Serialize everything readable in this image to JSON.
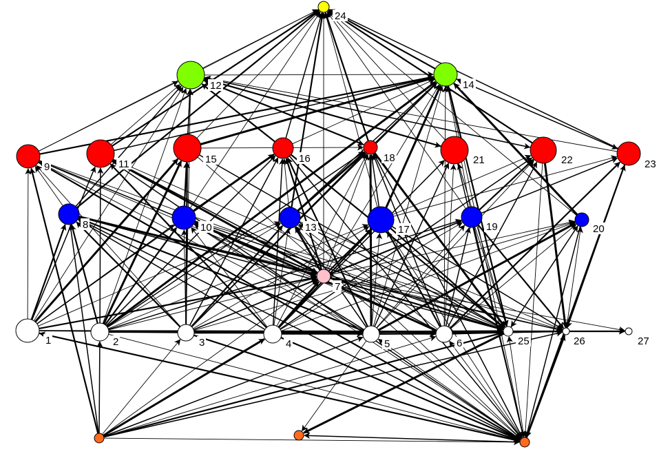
{
  "colors": {
    "white": "#ffffff",
    "yellow": "#ffff00",
    "green": "#80ff00",
    "red": "#ff0000",
    "blue": "#0000ff",
    "pink": "#ffc0cb",
    "orange": "#ff6a20",
    "edge": "#000000"
  },
  "nodes": [
    {
      "id": "1",
      "label": "1",
      "color": "white"
    },
    {
      "id": "2",
      "label": "2",
      "color": "white"
    },
    {
      "id": "3",
      "label": "3",
      "color": "white"
    },
    {
      "id": "4",
      "label": "4",
      "color": "white"
    },
    {
      "id": "5",
      "label": "5",
      "color": "white"
    },
    {
      "id": "6",
      "label": "6",
      "color": "white"
    },
    {
      "id": "7",
      "label": "7",
      "color": "pink"
    },
    {
      "id": "8",
      "label": "8",
      "color": "blue"
    },
    {
      "id": "9",
      "label": "9",
      "color": "red"
    },
    {
      "id": "10",
      "label": "10",
      "color": "blue"
    },
    {
      "id": "11",
      "label": "11",
      "color": "red"
    },
    {
      "id": "12",
      "label": "12",
      "color": "green"
    },
    {
      "id": "13",
      "label": "13",
      "color": "blue"
    },
    {
      "id": "14",
      "label": "14",
      "color": "green"
    },
    {
      "id": "15",
      "label": "15",
      "color": "red"
    },
    {
      "id": "16",
      "label": "16",
      "color": "red"
    },
    {
      "id": "17",
      "label": "17",
      "color": "blue"
    },
    {
      "id": "18",
      "label": "18",
      "color": "red"
    },
    {
      "id": "19",
      "label": "19",
      "color": "blue"
    },
    {
      "id": "20",
      "label": "20",
      "color": "blue"
    },
    {
      "id": "21",
      "label": "21",
      "color": "red"
    },
    {
      "id": "22",
      "label": "22",
      "color": "red"
    },
    {
      "id": "23",
      "label": "23",
      "color": "red"
    },
    {
      "id": "24",
      "label": "24",
      "color": "yellow"
    },
    {
      "id": "25",
      "label": "25",
      "color": "white"
    },
    {
      "id": "26",
      "label": "26",
      "color": "white"
    },
    {
      "id": "27",
      "label": "27",
      "color": "white"
    },
    {
      "id": "o1",
      "label": "",
      "color": "orange"
    },
    {
      "id": "o2",
      "label": "",
      "color": "orange"
    },
    {
      "id": "o3",
      "label": "",
      "color": "orange"
    }
  ],
  "edges": [
    [
      "1",
      "9"
    ],
    [
      "1",
      "8"
    ],
    [
      "1",
      "11"
    ],
    [
      "1",
      "12"
    ],
    [
      "1",
      "15"
    ],
    [
      "1",
      "10"
    ],
    [
      "1",
      "16"
    ],
    [
      "1",
      "13"
    ],
    [
      "1",
      "7"
    ],
    [
      "1",
      "25"
    ],
    [
      "o3",
      "1"
    ],
    [
      "2",
      "8"
    ],
    [
      "2",
      "11"
    ],
    [
      "2",
      "12"
    ],
    [
      "2",
      "15"
    ],
    [
      "2",
      "16"
    ],
    [
      "2",
      "13"
    ],
    [
      "2",
      "17"
    ],
    [
      "2",
      "10"
    ],
    [
      "2",
      "18"
    ],
    [
      "2",
      "7"
    ],
    [
      "2",
      "25"
    ],
    [
      "2",
      "5"
    ],
    [
      "2",
      "o3"
    ],
    [
      "2",
      "14"
    ],
    [
      "2",
      "19"
    ],
    [
      "3",
      "10"
    ],
    [
      "3",
      "12"
    ],
    [
      "3",
      "15"
    ],
    [
      "3",
      "16"
    ],
    [
      "3",
      "17"
    ],
    [
      "3",
      "13"
    ],
    [
      "3",
      "18"
    ],
    [
      "3",
      "7"
    ],
    [
      "3",
      "25"
    ],
    [
      "3",
      "19"
    ],
    [
      "3",
      "20"
    ],
    [
      "3",
      "9"
    ],
    [
      "3",
      "8"
    ],
    [
      "3",
      "14"
    ],
    [
      "4",
      "13"
    ],
    [
      "4",
      "17"
    ],
    [
      "4",
      "16"
    ],
    [
      "4",
      "18"
    ],
    [
      "4",
      "7"
    ],
    [
      "4",
      "21"
    ],
    [
      "4",
      "19"
    ],
    [
      "4",
      "20"
    ],
    [
      "4",
      "11"
    ],
    [
      "4",
      "8"
    ],
    [
      "4",
      "10"
    ],
    [
      "4",
      "o3"
    ],
    [
      "4",
      "22"
    ],
    [
      "5",
      "17"
    ],
    [
      "5",
      "18"
    ],
    [
      "5",
      "21"
    ],
    [
      "5",
      "19"
    ],
    [
      "5",
      "14"
    ],
    [
      "5",
      "16"
    ],
    [
      "5",
      "13"
    ],
    [
      "5",
      "9"
    ],
    [
      "5",
      "8"
    ],
    [
      "5",
      "10"
    ],
    [
      "5",
      "22"
    ],
    [
      "5",
      "20"
    ],
    [
      "6",
      "19"
    ],
    [
      "6",
      "21"
    ],
    [
      "6",
      "14"
    ],
    [
      "6",
      "17"
    ],
    [
      "6",
      "22"
    ],
    [
      "6",
      "20"
    ],
    [
      "6",
      "23"
    ],
    [
      "6",
      "18"
    ],
    [
      "6",
      "13"
    ],
    [
      "6",
      "10"
    ],
    [
      "6",
      "11"
    ],
    [
      "6",
      "9"
    ],
    [
      "7",
      "24"
    ],
    [
      "7",
      "17"
    ],
    [
      "7",
      "19"
    ],
    [
      "7",
      "20"
    ],
    [
      "7",
      "25"
    ],
    [
      "7",
      "26"
    ],
    [
      "7",
      "27"
    ],
    [
      "7",
      "13"
    ],
    [
      "7",
      "10"
    ],
    [
      "7",
      "14"
    ],
    [
      "7",
      "18"
    ],
    [
      "7",
      "16"
    ],
    [
      "8",
      "12"
    ],
    [
      "8",
      "9"
    ],
    [
      "8",
      "24"
    ],
    [
      "8",
      "25"
    ],
    [
      "8",
      "26"
    ],
    [
      "8",
      "7"
    ],
    [
      "8",
      "o3"
    ],
    [
      "9",
      "12"
    ],
    [
      "9",
      "24"
    ],
    [
      "9",
      "14"
    ],
    [
      "9",
      "7"
    ],
    [
      "9",
      "25"
    ],
    [
      "9",
      "o3"
    ],
    [
      "10",
      "12"
    ],
    [
      "10",
      "24"
    ],
    [
      "10",
      "16"
    ],
    [
      "10",
      "25"
    ],
    [
      "10",
      "26"
    ],
    [
      "10",
      "o3"
    ],
    [
      "10",
      "15"
    ],
    [
      "10",
      "7"
    ],
    [
      "11",
      "12"
    ],
    [
      "11",
      "24"
    ],
    [
      "11",
      "14"
    ],
    [
      "11",
      "25"
    ],
    [
      "11",
      "7"
    ],
    [
      "11",
      "o3"
    ],
    [
      "12",
      "24"
    ],
    [
      "12",
      "14"
    ],
    [
      "12",
      "18"
    ],
    [
      "12",
      "21"
    ],
    [
      "12",
      "22"
    ],
    [
      "13",
      "24"
    ],
    [
      "13",
      "14"
    ],
    [
      "13",
      "16"
    ],
    [
      "13",
      "18"
    ],
    [
      "13",
      "25"
    ],
    [
      "13",
      "26"
    ],
    [
      "13",
      "o3"
    ],
    [
      "14",
      "24"
    ],
    [
      "14",
      "23"
    ],
    [
      "14",
      "o3"
    ],
    [
      "14",
      "25"
    ],
    [
      "15",
      "12"
    ],
    [
      "15",
      "24"
    ],
    [
      "15",
      "14"
    ],
    [
      "15",
      "25"
    ],
    [
      "15",
      "o3"
    ],
    [
      "15",
      "18"
    ],
    [
      "16",
      "12"
    ],
    [
      "16",
      "24"
    ],
    [
      "16",
      "14"
    ],
    [
      "16",
      "25"
    ],
    [
      "16",
      "o3"
    ],
    [
      "17",
      "24"
    ],
    [
      "17",
      "14"
    ],
    [
      "17",
      "18"
    ],
    [
      "17",
      "22"
    ],
    [
      "17",
      "23"
    ],
    [
      "17",
      "25"
    ],
    [
      "17",
      "26"
    ],
    [
      "17",
      "o3"
    ],
    [
      "18",
      "24"
    ],
    [
      "18",
      "14"
    ],
    [
      "18",
      "12"
    ],
    [
      "18",
      "25"
    ],
    [
      "18",
      "o3"
    ],
    [
      "19",
      "24"
    ],
    [
      "19",
      "14"
    ],
    [
      "19",
      "22"
    ],
    [
      "19",
      "23"
    ],
    [
      "19",
      "25"
    ],
    [
      "19",
      "26"
    ],
    [
      "19",
      "o3"
    ],
    [
      "20",
      "24"
    ],
    [
      "20",
      "14"
    ],
    [
      "20",
      "o3"
    ],
    [
      "20",
      "25"
    ],
    [
      "21",
      "24"
    ],
    [
      "21",
      "12"
    ],
    [
      "21",
      "o3"
    ],
    [
      "21",
      "25"
    ],
    [
      "22",
      "24"
    ],
    [
      "22",
      "12"
    ],
    [
      "22",
      "o3"
    ],
    [
      "22",
      "26"
    ],
    [
      "23",
      "24"
    ],
    [
      "23",
      "14"
    ],
    [
      "23",
      "12"
    ],
    [
      "23",
      "o3"
    ],
    [
      "23",
      "26"
    ],
    [
      "25",
      "26"
    ],
    [
      "25",
      "27"
    ],
    [
      "25",
      "20"
    ],
    [
      "25",
      "21"
    ],
    [
      "25",
      "o2"
    ],
    [
      "26",
      "27"
    ],
    [
      "26",
      "23"
    ],
    [
      "26",
      "20"
    ],
    [
      "6",
      "25"
    ],
    [
      "6",
      "26"
    ],
    [
      "5",
      "25"
    ],
    [
      "5",
      "26"
    ],
    [
      "o1",
      "2"
    ],
    [
      "o1",
      "3"
    ],
    [
      "o1",
      "4"
    ],
    [
      "o1",
      "5"
    ],
    [
      "o1",
      "6"
    ],
    [
      "o1",
      "7"
    ],
    [
      "o1",
      "25"
    ],
    [
      "o1",
      "26"
    ],
    [
      "o1",
      "o3"
    ],
    [
      "o1",
      "9"
    ],
    [
      "o1",
      "8"
    ],
    [
      "o3",
      "25"
    ],
    [
      "o3",
      "26"
    ],
    [
      "o3",
      "o2"
    ],
    [
      "o3",
      "5"
    ],
    [
      "o3",
      "6"
    ],
    [
      "1",
      "o3"
    ],
    [
      "1",
      "6"
    ],
    [
      "2",
      "6"
    ],
    [
      "3",
      "o3"
    ],
    [
      "4",
      "6"
    ],
    [
      "5",
      "o2"
    ]
  ]
}
